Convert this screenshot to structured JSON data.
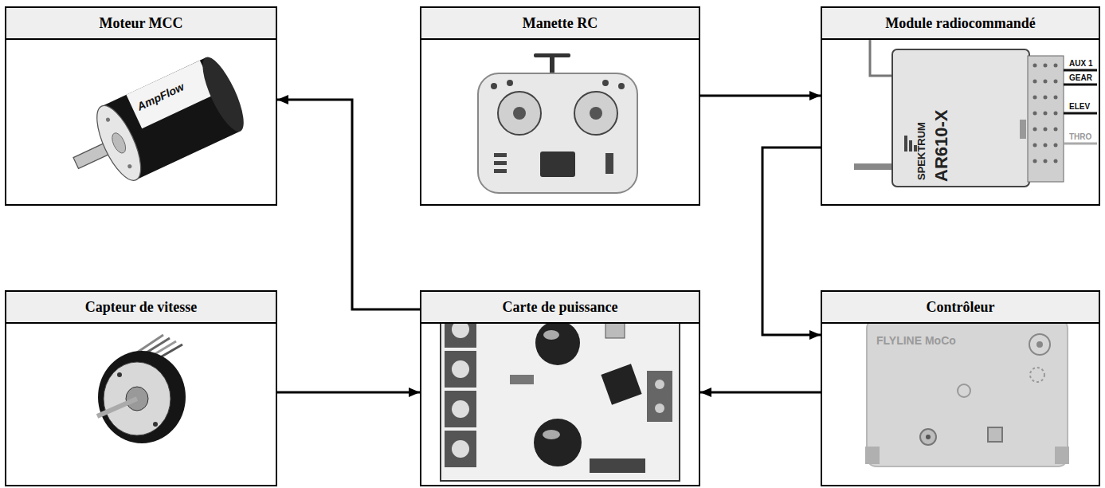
{
  "diagram": {
    "nodes": [
      {
        "text": [
          "Moteur MCC"
        ]
      },
      {
        "text": [
          "Manette RC"
        ]
      },
      {
        "text": [
          "Module radiocommandé"
        ]
      },
      {
        "text": [
          "Capteur de vitesse"
        ]
      },
      {
        "text": [
          "Carte de puissance"
        ]
      },
      {
        "text": [
          "Contrôleur"
        ]
      }
    ],
    "edges": [
      {
        "from": 1,
        "to": 2,
        "arrow": "to"
      },
      {
        "from": 2,
        "to": 5,
        "arrow": "to"
      },
      {
        "from": 5,
        "to": 4,
        "arrow": "to"
      },
      {
        "from": 3,
        "to": 4,
        "arrow": "to"
      },
      {
        "from": 4,
        "to": 0,
        "arrow": "to"
      }
    ],
    "labels": [
      "AmpFlow",
      "SPEKTRUM",
      "AR610-X",
      "AUX 1",
      "GEAR",
      "ELEV",
      "THRO",
      "FLYLINE MoCo"
    ]
  }
}
